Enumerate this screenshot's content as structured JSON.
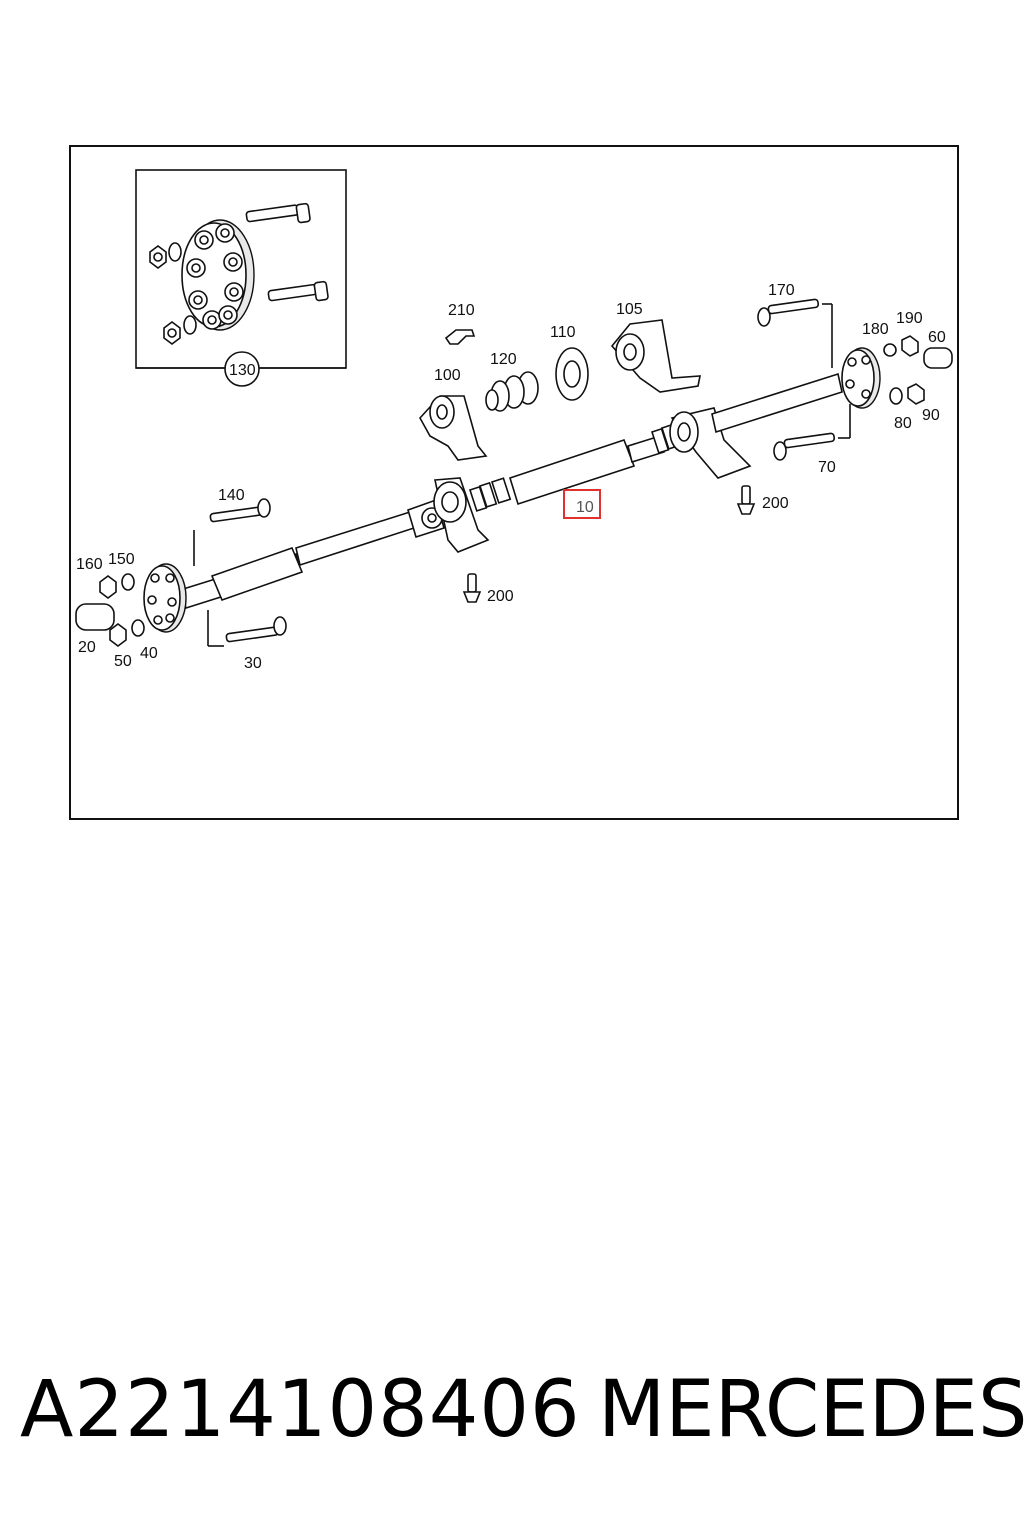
{
  "diagram": {
    "callouts": {
      "c10": "10",
      "c20": "20",
      "c30": "30",
      "c40": "40",
      "c50": "50",
      "c60": "60",
      "c70": "70",
      "c80": "80",
      "c90": "90",
      "c100": "100",
      "c105": "105",
      "c110": "110",
      "c120": "120",
      "c130": "130",
      "c140": "140",
      "c150": "150",
      "c160": "160",
      "c170": "170",
      "c180": "180",
      "c190": "190",
      "c200a": "200",
      "c200b": "200",
      "c210": "210"
    },
    "highlight_color": "#e03030",
    "line_color": "#111111"
  },
  "footer": {
    "part_number": "A2214108406",
    "brand": "MERCEDES"
  }
}
